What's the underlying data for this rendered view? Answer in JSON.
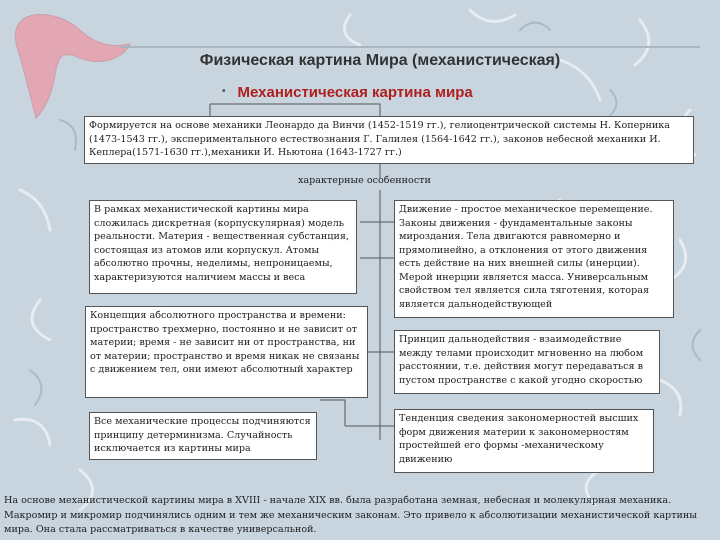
{
  "title": "Физическая картина Мира (механистическая)",
  "subtitle": "Механистическая картина мира",
  "formation_text": "Формируется на основе механики Леонардо да Винчи (1452-1519 гг.), гелиоцентрической системы Н. Коперника (1473-1543 гг.), экспериментального естествознания Г. Галилея (1564-1642 гг.), законов небесной механики И. Кеплера(1571-1630 гг.),механики И. Ньютона (1643-1727 гг.)",
  "features_label": "характерные особенности",
  "left_boxes": [
    "В рамках механистической картины мира сложилась дискретная (корпускулярная) модель реальности. Материя - вещественная субстанция, состоящая из атомов или корпускул. Атомы абсолютно прочны, неделимы, непроницаемы, характеризуются наличием массы и веса",
    "Концепция абсолютного пространства и времени: пространство трехмерно, постоянно и не зависит от материи; время - не зависит ни от пространства, ни от материи; пространство и время никак не связаны с движением тел, они имеют абсолютный характер",
    "Все механические процессы подчиняются принципу детерминизма. Случайность исключается из картины мира"
  ],
  "right_boxes": [
    "Движение - простое механическое перемещение. Законы движения - фундаментальные законы мироздания. Тела двигаются равномерно и прямолинейно, а отклонения от этого движения есть действие на них внешней силы (инерции). Мерой инерции является масса. Универсальным свойством тел является сила тяготения, которая является дальнодействующей",
    "Принцип дальнодействия - взаимодействие между телами происходит мгновенно на любом расстоянии, т.е. действия могут передаваться в пустом пространстве с какой угодно скоростью",
    "Тенденция сведения закономерностей высших форм движения материи к закономерностям простейшей его формы -механическому движению"
  ],
  "bottom_text": "На основе механистической картины мира в XVIII - начале XIX вв. была разработана земная, небесная и молекулярная механика. Макромир и микромир подчинялись одним и тем же механическим законам. Это привело к абсолютизации механистической картины мира. Она стала рассматриваться в качестве универсальной.",
  "colors": {
    "background": "#c8d4de",
    "subtitle": "#b01f1f",
    "boomerang": "#e3a6b3"
  }
}
